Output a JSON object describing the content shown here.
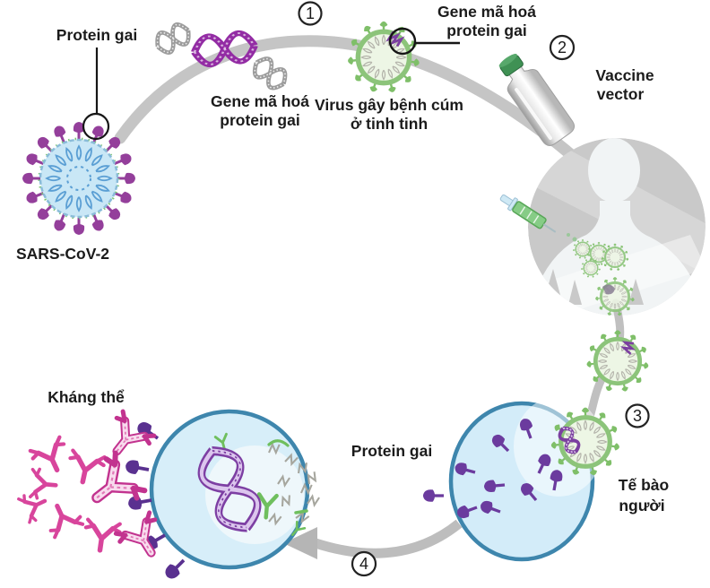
{
  "diagram": {
    "title_none": "",
    "steps": [
      "1",
      "2",
      "3",
      "4"
    ],
    "labels": {
      "protein_gai_top": "Protein gai",
      "sars_cov_2": "SARS-CoV-2",
      "gene_ma_hoa_left": [
        "Gene mã hoá",
        "protein gai"
      ],
      "gene_ma_hoa_right": [
        "Gene mã hoá",
        "protein gai"
      ],
      "flu_virus": [
        "Virus gây bệnh cúm",
        "ở tinh tinh"
      ],
      "vaccine_vector": [
        "Vaccine",
        "vector"
      ],
      "te_bao_nguoi": [
        "Tế bào",
        "người"
      ],
      "protein_gai_mid": "Protein gai",
      "khang_the": "Kháng thể"
    },
    "colors": {
      "arc_gray": "#c5c5c5",
      "text": "#1b1b1b",
      "sars_body": "#c9e7f6",
      "sars_border": "#8abcd9",
      "sars_inner_coil": "#5b9fd4",
      "spike_purple": "#943f9b",
      "adeno_ring_green": "#8cc47a",
      "adeno_body": "#edf6e5",
      "adeno_spike": "#7fbf69",
      "dna_purple": "#932ca4",
      "dna_gray": "#9c9c9c",
      "cell_fill": "#d3ecf9",
      "cell_border": "#3e86ad",
      "nucleus_fill": "#eef7fb",
      "antibody_solid": "#d8459c",
      "antibody_outline": "#c2338f",
      "antibody_fill": "#f8dcee",
      "membrane_spike": "#5a3190",
      "free_spike": "#6b3b9e",
      "person_gray": "#c9c9c9",
      "silhouette": "#f1f4f5",
      "vial_cap_green": "#3f9154",
      "syringe_green": "#86cc86",
      "syringe_blue": "#cfe9f5"
    }
  }
}
